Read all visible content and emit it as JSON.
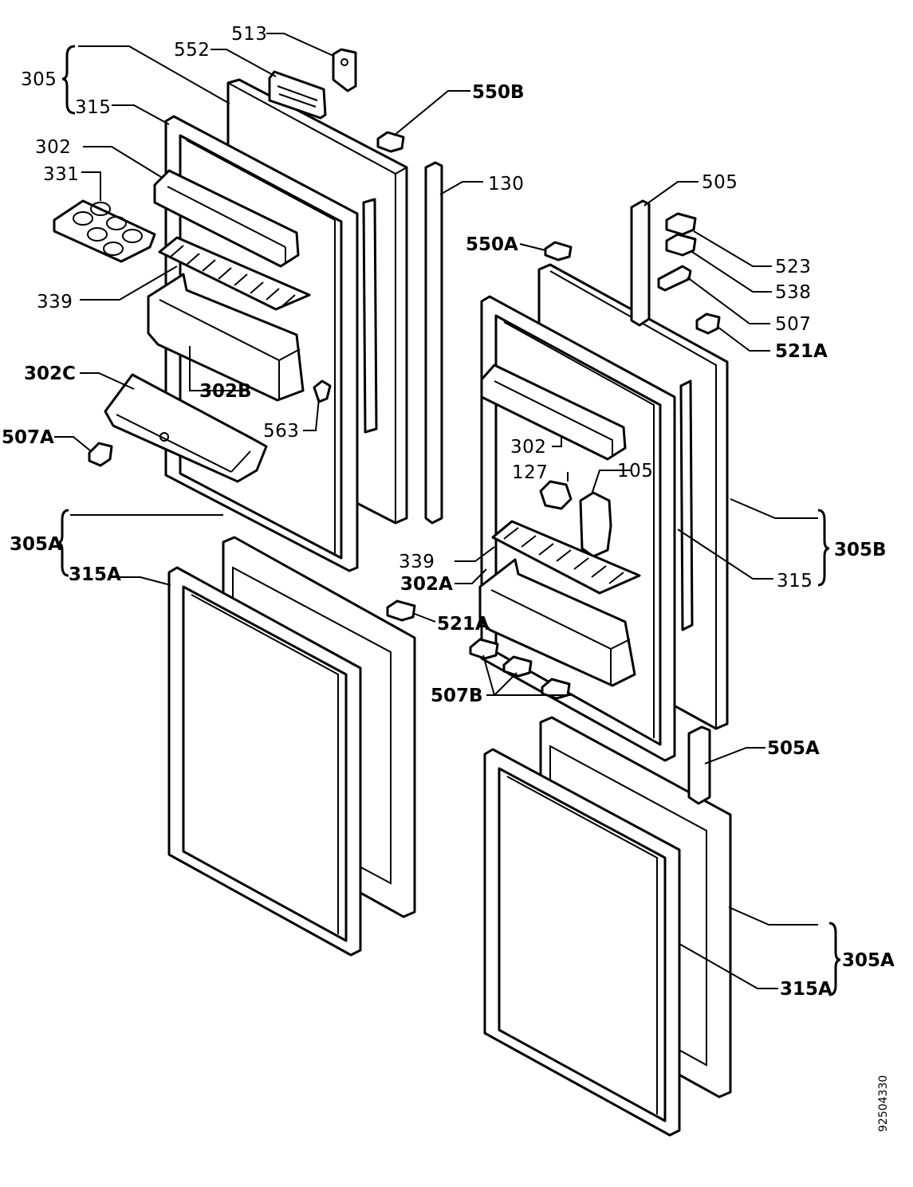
{
  "drawing_number": "92504330",
  "labels": {
    "l513": "513",
    "l552": "552",
    "l305_top": "305",
    "l315_top": "315",
    "l550B": "550B",
    "l302_left": "302",
    "l331": "331",
    "l130": "130",
    "l505": "505",
    "l550A": "550A",
    "l523": "523",
    "l538": "538",
    "l339_left": "339",
    "l507": "507",
    "l521A_top": "521A",
    "l302C": "302C",
    "l302B": "302B",
    "l563": "563",
    "l507A": "507A",
    "l302_right": "302",
    "l127": "127",
    "l105": "105",
    "l305A_left": "305A",
    "l315A_left": "315A",
    "l339_right": "339",
    "l305B": "305B",
    "l302A": "302A",
    "l315_right": "315",
    "l521A_mid": "521A",
    "l507B": "507B",
    "l505A": "505A",
    "l305A_right": "305A",
    "l315A_right": "315A"
  }
}
